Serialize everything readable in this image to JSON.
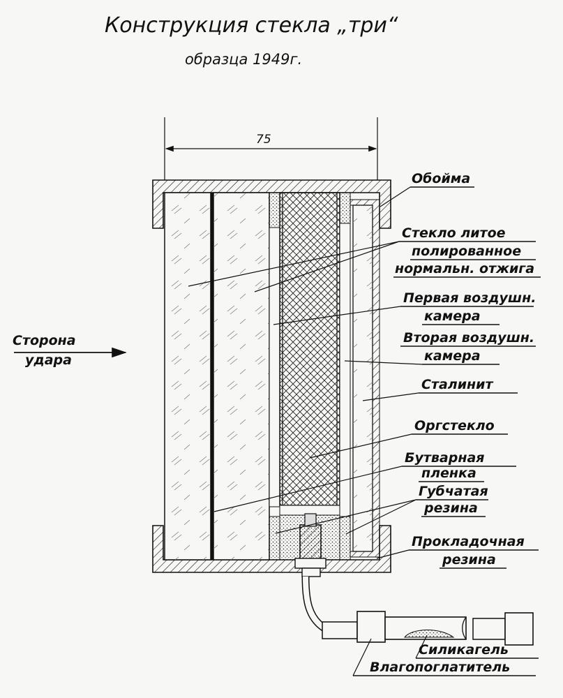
{
  "title_line1": "Конструкция стекла „три“",
  "title_line2": "образца 1949г.",
  "dimension": "75",
  "impact_side": {
    "line1": "Сторона",
    "line2": "удара"
  },
  "labels": {
    "holder": "Обойма",
    "cast_glass": [
      "Стекло литое",
      "полированное",
      "нормальн. отжига"
    ],
    "first_air": [
      "Первая воздушн.",
      "камера"
    ],
    "second_air": [
      "Вторая воздушн.",
      "камера"
    ],
    "stalinite": "Сталинит",
    "plexiglass": "Оргстекло",
    "butvar": [
      "Бутварная",
      "пленка"
    ],
    "sponge_rubber": [
      "Губчатая",
      "резина"
    ],
    "gasket_rubber": [
      "Прокладочная",
      "резина"
    ],
    "silica_gel": "Силикагель",
    "desiccant": "Влагопоглатитель"
  }
}
